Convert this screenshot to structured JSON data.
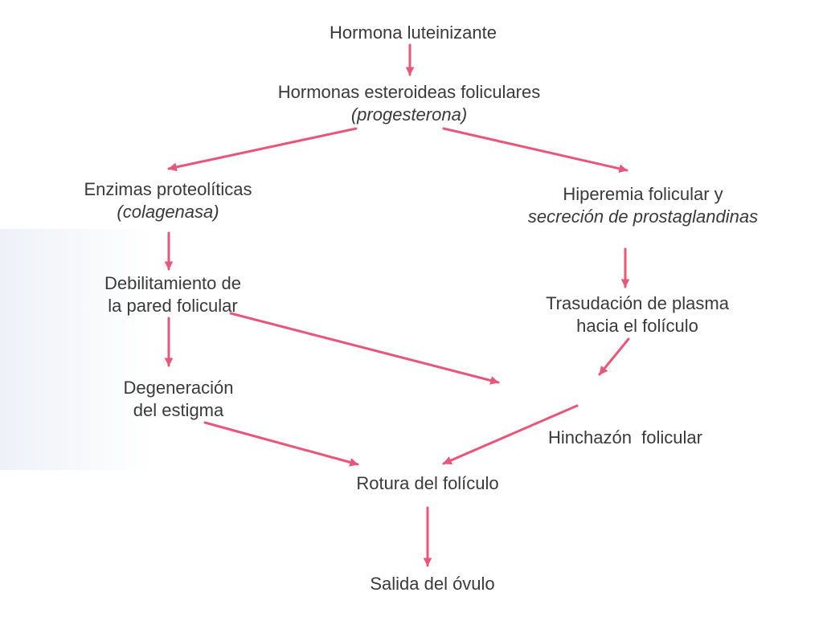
{
  "colors": {
    "arrow": "#e8567a",
    "text": "#3a3a3a"
  },
  "nodes": {
    "lh": {
      "line1": "Hormona luteinizante"
    },
    "steroids": {
      "line1": "Hormonas esteroideas foliculares",
      "line2": "(progesterona)"
    },
    "enzymes": {
      "line1": "Enzimas proteolíticas",
      "line2": "(colagenasa)"
    },
    "hyperemia": {
      "line1": "Hiperemia folicular y",
      "line2": "secreción de prostaglandinas"
    },
    "weakening": {
      "line1": "Debilitamiento de",
      "line2": "la pared folicular"
    },
    "transudation": {
      "line1": "Trasudación de plasma",
      "line2": "hacia el folículo"
    },
    "degeneration": {
      "line1": "Degeneración",
      "line2": "del estigma"
    },
    "swelling": {
      "line1": "Hinchazón  folicular"
    },
    "rupture": {
      "line1": "Rotura del folículo"
    },
    "release": {
      "line1": "Salida del óvulo"
    }
  }
}
